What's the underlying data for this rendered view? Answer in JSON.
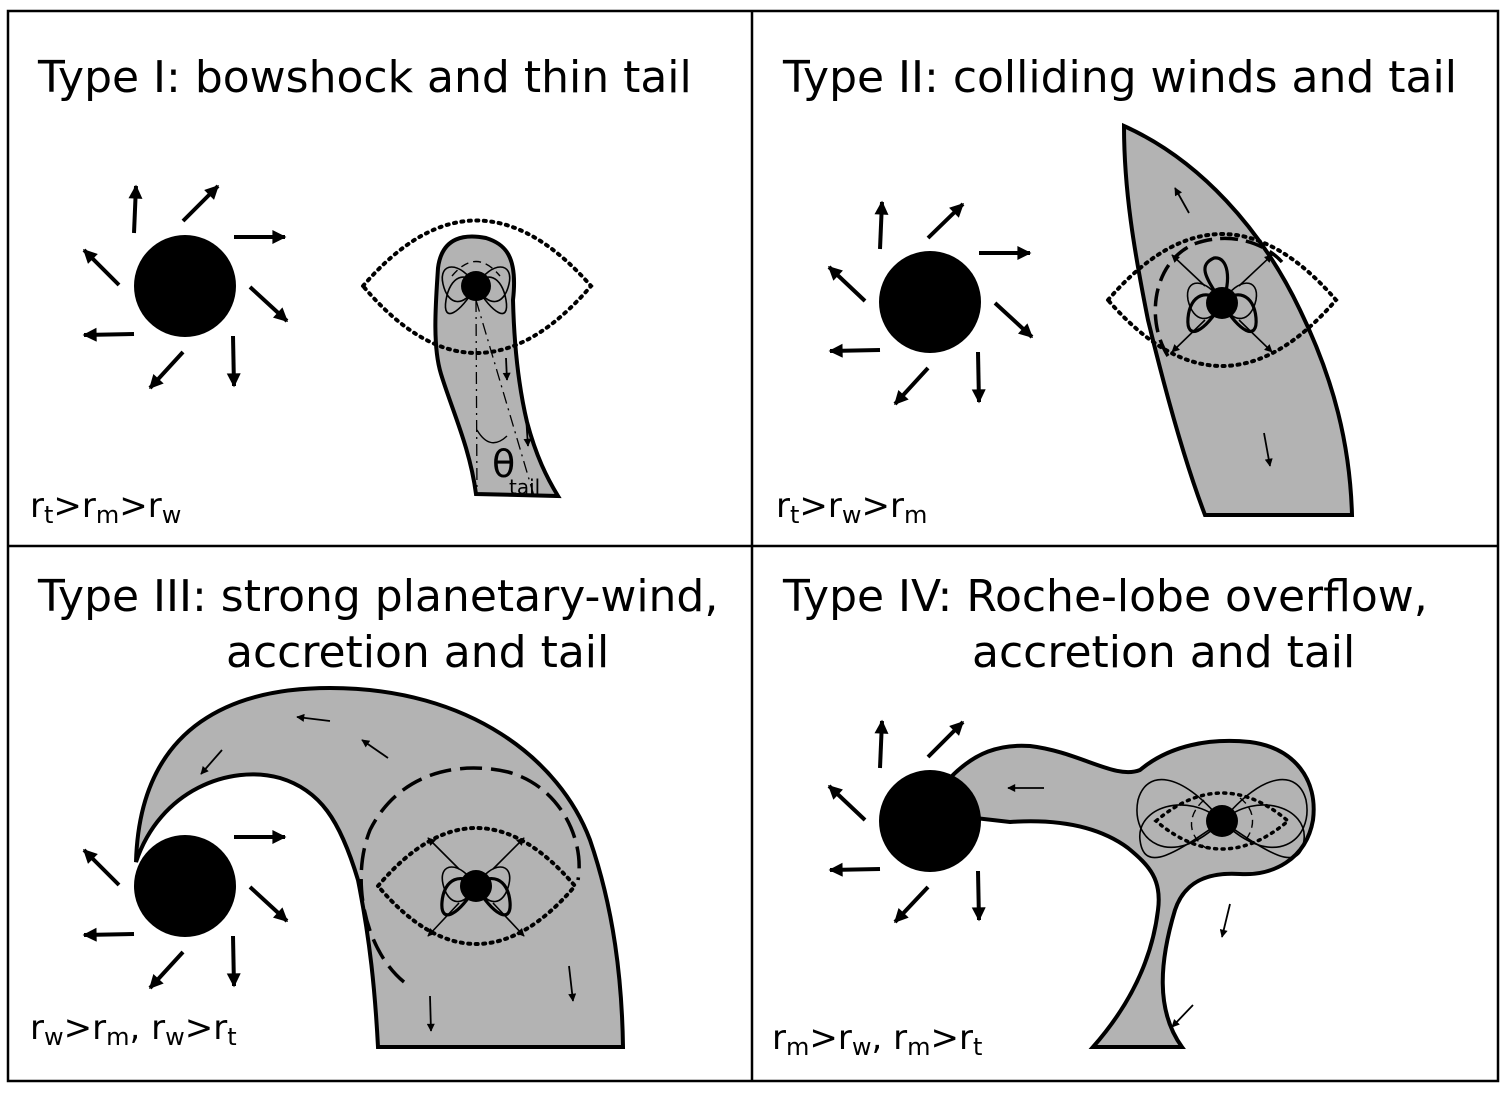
{
  "panels": [
    {
      "title": "Type I: bowshock and thin tail",
      "title_line2": "",
      "condition": {
        "r1": "r",
        "s1": "t",
        "op1": ">",
        "r2": "r",
        "s2": "m",
        "op2": ">",
        "r3": "r",
        "s3": "w"
      }
    },
    {
      "title": "Type II: colliding winds and tail",
      "title_line2": "",
      "condition": {
        "r1": "r",
        "s1": "t",
        "op1": ">",
        "r2": "r",
        "s2": "w",
        "op2": ">",
        "r3": "r",
        "s3": "m"
      }
    },
    {
      "title": "Type III: strong planetary-wind,",
      "title_line2": "accretion and tail",
      "condition": {
        "r1": "r",
        "s1": "w",
        "op1": ">",
        "r2": "r",
        "s2": "m",
        "sep": ", ",
        "r3": "r",
        "s3": "w",
        "op3": ">",
        "r4": "r",
        "s4": "t"
      }
    },
    {
      "title": "Type IV: Roche-lobe overflow,",
      "title_line2": "accretion and tail",
      "condition": {
        "r1": "r",
        "s1": "m",
        "op1": ">",
        "r2": "r",
        "s2": "w",
        "sep": ", ",
        "r3": "r",
        "s3": "m",
        "op3": ">",
        "r4": "r",
        "s4": "t"
      }
    }
  ],
  "theta_label": {
    "symbol": "θ",
    "subscript": "tail"
  },
  "colors": {
    "tail_fill": "#b3b3b3",
    "ink": "#000000",
    "background": "#ffffff"
  }
}
